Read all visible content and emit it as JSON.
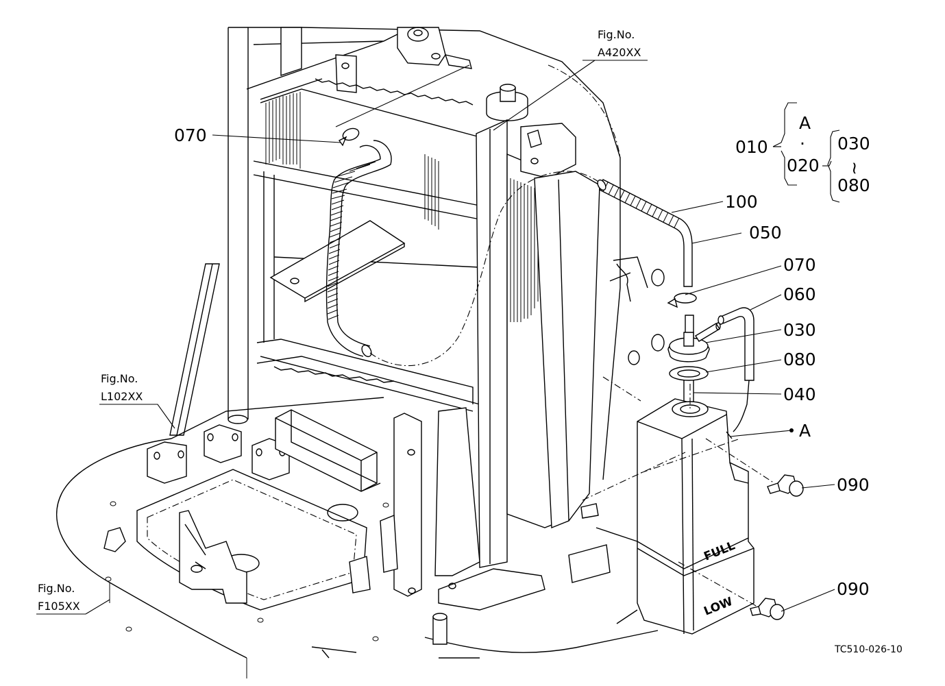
{
  "diagram": {
    "fig_refs": [
      {
        "line1": "Fig.No.",
        "line2": "A420XX"
      },
      {
        "line1": "Fig.No.",
        "line2": "L102XX"
      },
      {
        "line1": "Fig.No.",
        "line2": "F105XX"
      }
    ],
    "part_callouts": [
      "070",
      "100",
      "050",
      "070",
      "060",
      "030",
      "080",
      "040",
      "090",
      "090"
    ],
    "point_label": "A",
    "tank_marks": {
      "full": "FULL",
      "low": "LOW"
    },
    "legend": {
      "root": "010",
      "group_label": "A",
      "dot": "·",
      "sub": "020",
      "range_start": "030",
      "tilde": "~",
      "range_end": "080"
    },
    "drawing_code": "TC510-026-10"
  }
}
